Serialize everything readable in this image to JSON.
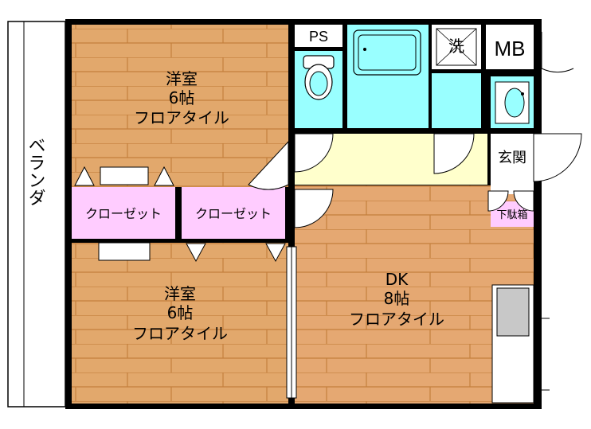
{
  "rooms": {
    "western_room_top": {
      "name": "洋室",
      "size": "6帖",
      "floor": "フロアタイル"
    },
    "western_room_bottom": {
      "name": "洋室",
      "size": "6帖",
      "floor": "フロアタイル"
    },
    "dk": {
      "name": "DK",
      "size": "8帖",
      "floor": "フロアタイル"
    }
  },
  "closets": {
    "left": "クローゼット",
    "right": "クローゼット"
  },
  "labels": {
    "veranda": "ベランダ",
    "ps": "PS",
    "laundry": "洗",
    "mb": "MB",
    "entrance": "玄関",
    "shoe_box": "下駄箱"
  },
  "colors": {
    "wall": "#000000",
    "wood_floor": "#e2a86c",
    "wood_line": "#c47f3c",
    "water_area": "#99ffff",
    "hallway": "#ffffcc",
    "closet": "#ffccff",
    "dk_floor": "#e5a872"
  }
}
